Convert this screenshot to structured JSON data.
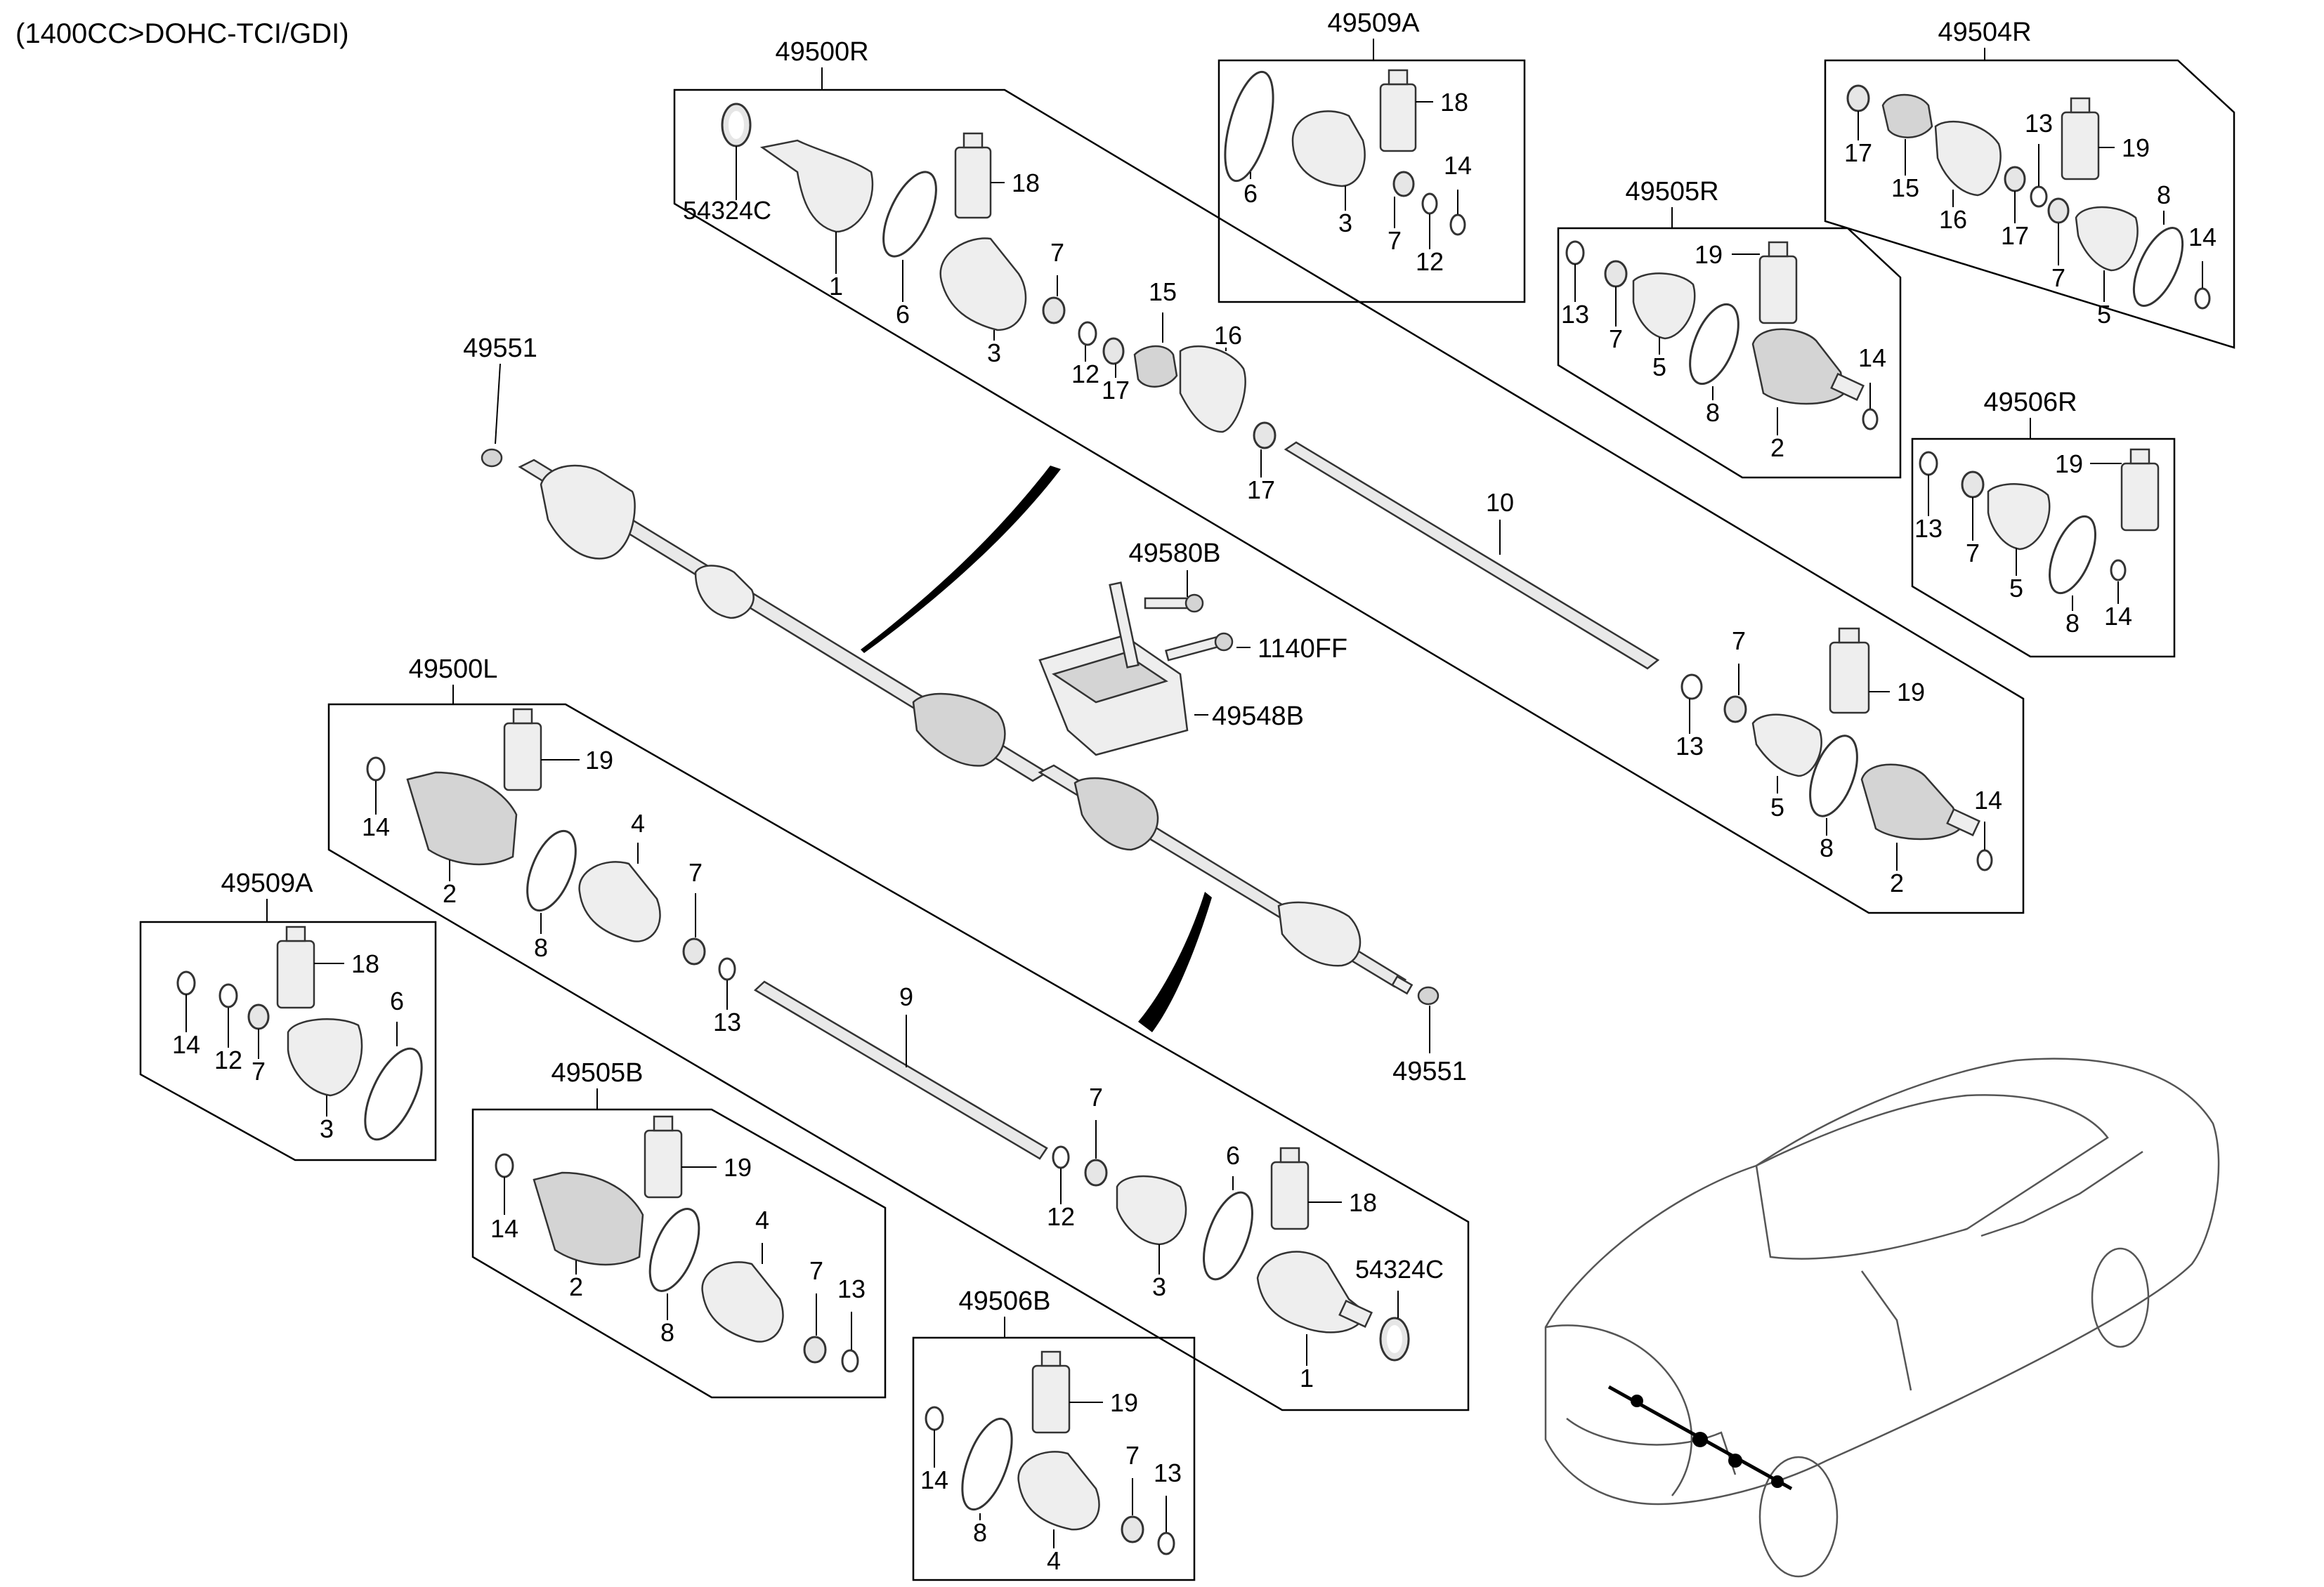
{
  "header": "(1400CC>DOHC-TCI/GDI)",
  "groups": {
    "g49500R": "49500R",
    "g49500L": "49500L",
    "g49509A_top": "49509A",
    "g49509A_left": "49509A",
    "g49504R": "49504R",
    "g49505R": "49505R",
    "g49505B": "49505B",
    "g49506R": "49506R",
    "g49506B": "49506B",
    "g49551_top": "49551",
    "g49551_bottom": "49551",
    "g49580B": "49580B",
    "g1140FF": "1140FF",
    "g49548B": "49548B"
  },
  "labels": {
    "R_54324C": "54324C",
    "R_1": "1",
    "R_6": "6",
    "R_3": "3",
    "R_18": "18",
    "R_7": "7",
    "R_12": "12",
    "R_17a": "17",
    "R_15": "15",
    "R_16": "16",
    "R_17b": "17",
    "R_10": "10",
    "R_13": "13",
    "R_7b": "7",
    "R_5": "5",
    "R_8": "8",
    "R_19": "19",
    "R_14": "14",
    "R_2": "2",
    "A_6": "6",
    "A_3": "3",
    "A_18": "18",
    "A_14": "14",
    "A_7": "7",
    "A_12": "12",
    "P_17a": "17",
    "P_15": "15",
    "P_16": "16",
    "P_17b": "17",
    "P_13": "13",
    "P_19": "19",
    "P_8": "8",
    "P_14": "14",
    "P_7": "7",
    "P_5": "5",
    "Q_13": "13",
    "Q_19": "19",
    "Q_7": "7",
    "Q_5": "5",
    "Q_8": "8",
    "Q_14": "14",
    "Q_2": "2",
    "S_19": "19",
    "S_13": "13",
    "S_7": "7",
    "S_5": "5",
    "S_8": "8",
    "S_14": "14",
    "L_19": "19",
    "L_14": "14",
    "L_2": "2",
    "L_8": "8",
    "L_4": "4",
    "L_7": "7",
    "L_13": "13",
    "L_9": "9",
    "L_7b": "7",
    "L_12": "12",
    "L_6": "6",
    "L_18": "18",
    "L_3": "3",
    "L_54324C": "54324C",
    "L_1": "1",
    "B_18": "18",
    "B_6": "6",
    "B_14": "14",
    "B_12": "12",
    "B_7": "7",
    "B_3": "3",
    "C_19": "19",
    "C_14": "14",
    "C_2": "2",
    "C_4": "4",
    "C_8": "8",
    "C_7": "7",
    "C_13": "13",
    "D_19": "19",
    "D_14": "14",
    "D_8": "8",
    "D_7": "7",
    "D_13": "13",
    "D_4": "4"
  }
}
